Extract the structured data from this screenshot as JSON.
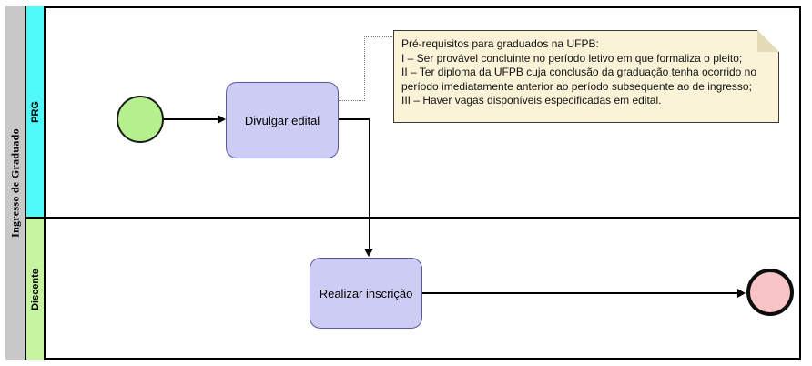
{
  "diagram": {
    "type": "bpmn-process",
    "pool": {
      "title": "Ingresso de Graduado",
      "header_color": "#c8c8c8"
    },
    "lanes": [
      {
        "id": "prg",
        "label": "PRG",
        "color": "#4ff9f9"
      },
      {
        "id": "discente",
        "label": "Discente",
        "color": "#c6f4a0"
      }
    ],
    "events": [
      {
        "id": "start",
        "kind": "start-event",
        "label": "",
        "color": "#b5ef8e",
        "lane": "prg"
      },
      {
        "id": "end",
        "kind": "end-event",
        "label": "",
        "color": "#f9c4c6",
        "lane": "discente"
      }
    ],
    "tasks": [
      {
        "id": "divulgar-edital",
        "label": "Divulgar edital",
        "color": "#ccccf5",
        "lane": "prg"
      },
      {
        "id": "realizar-inscricao",
        "label": "Realizar inscrição",
        "color": "#ccccf5",
        "lane": "discente"
      }
    ],
    "annotations": [
      {
        "id": "pre-requisitos",
        "attached_to": "divulgar-edital",
        "color": "#fbf3d7",
        "text": "Pré-requisitos para graduados na UFPB:\nI – Ser provável concluinte no período letivo em que formaliza o pleito;\nII – Ter diploma da UFPB cuja conclusão da graduação tenha ocorrido no período imediatamente anterior ao período subsequente ao de ingresso;\nIII – Haver vagas disponíveis especificadas em edital."
      }
    ],
    "flows": [
      {
        "id": "start-to-divulgar",
        "from": "start",
        "to": "divulgar-edital",
        "kind": "sequence-flow"
      },
      {
        "id": "divulgar-to-realizar",
        "from": "divulgar-edital",
        "to": "realizar-inscricao",
        "kind": "sequence-flow"
      },
      {
        "id": "realizar-to-end",
        "from": "realizar-inscricao",
        "to": "end",
        "kind": "sequence-flow"
      },
      {
        "id": "divulgar-to-note",
        "from": "divulgar-edital",
        "to": "pre-requisitos",
        "kind": "association"
      }
    ]
  }
}
